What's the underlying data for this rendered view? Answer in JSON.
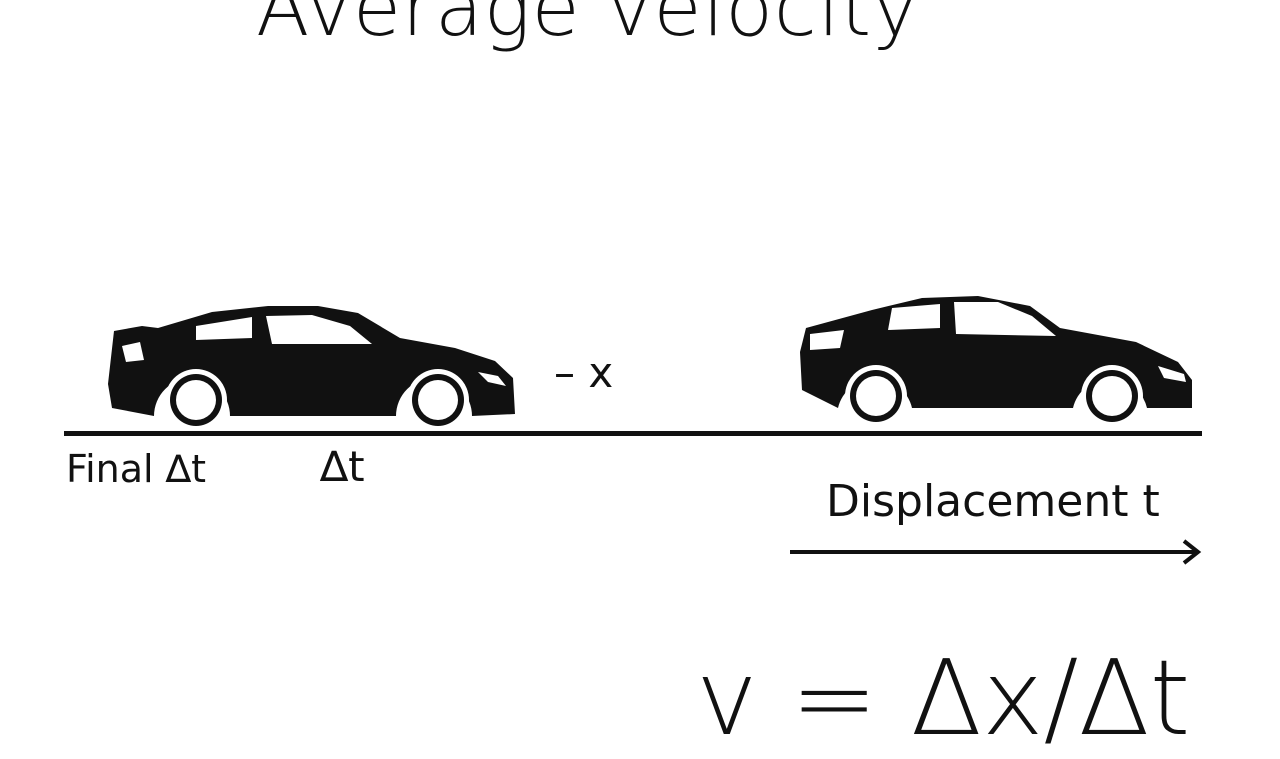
{
  "title": "Average velocity",
  "labels": {
    "minus_x": "– x",
    "final_delta_t": "Final ∆t",
    "delta_t": "∆t",
    "displacement": "Displacement t"
  },
  "formula": "v = ∆x/∆t",
  "colors": {
    "background": "#ffffff",
    "ink": "#111111"
  }
}
